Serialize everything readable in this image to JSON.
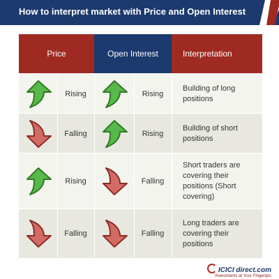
{
  "title": "How to interpret market with Price and Open Interest",
  "colors": {
    "header_bg": "#1c3a6d",
    "price_header": "#9f2a22",
    "oi_header": "#1c3a6d",
    "interp_header": "#9f2a22",
    "row_light": "#f4f4ef",
    "row_dark": "#e8e8e1",
    "up_arrow": "#58b94a",
    "down_arrow": "#d36b65"
  },
  "columns": {
    "price": "Price",
    "open_interest": "Open Interest",
    "interpretation": "Interpretation"
  },
  "rows": [
    {
      "price_dir": "up",
      "price": "Rising",
      "oi_dir": "up",
      "oi": "Rising",
      "interpretation": "Building of long positions"
    },
    {
      "price_dir": "down",
      "price": "Falling",
      "oi_dir": "up",
      "oi": "Rising",
      "interpretation": "Building of short positions"
    },
    {
      "price_dir": "up",
      "price": "Rising",
      "oi_dir": "down",
      "oi": "Falling",
      "interpretation": "Short traders are covering their positions (Short covering)"
    },
    {
      "price_dir": "down",
      "price": "Falling",
      "oi_dir": "down",
      "oi": "Falling",
      "interpretation": "Long traders are covering their positions"
    }
  ],
  "footer": {
    "brand": "ICICI direct.com",
    "tagline": "Investments at Your Fingertips"
  }
}
